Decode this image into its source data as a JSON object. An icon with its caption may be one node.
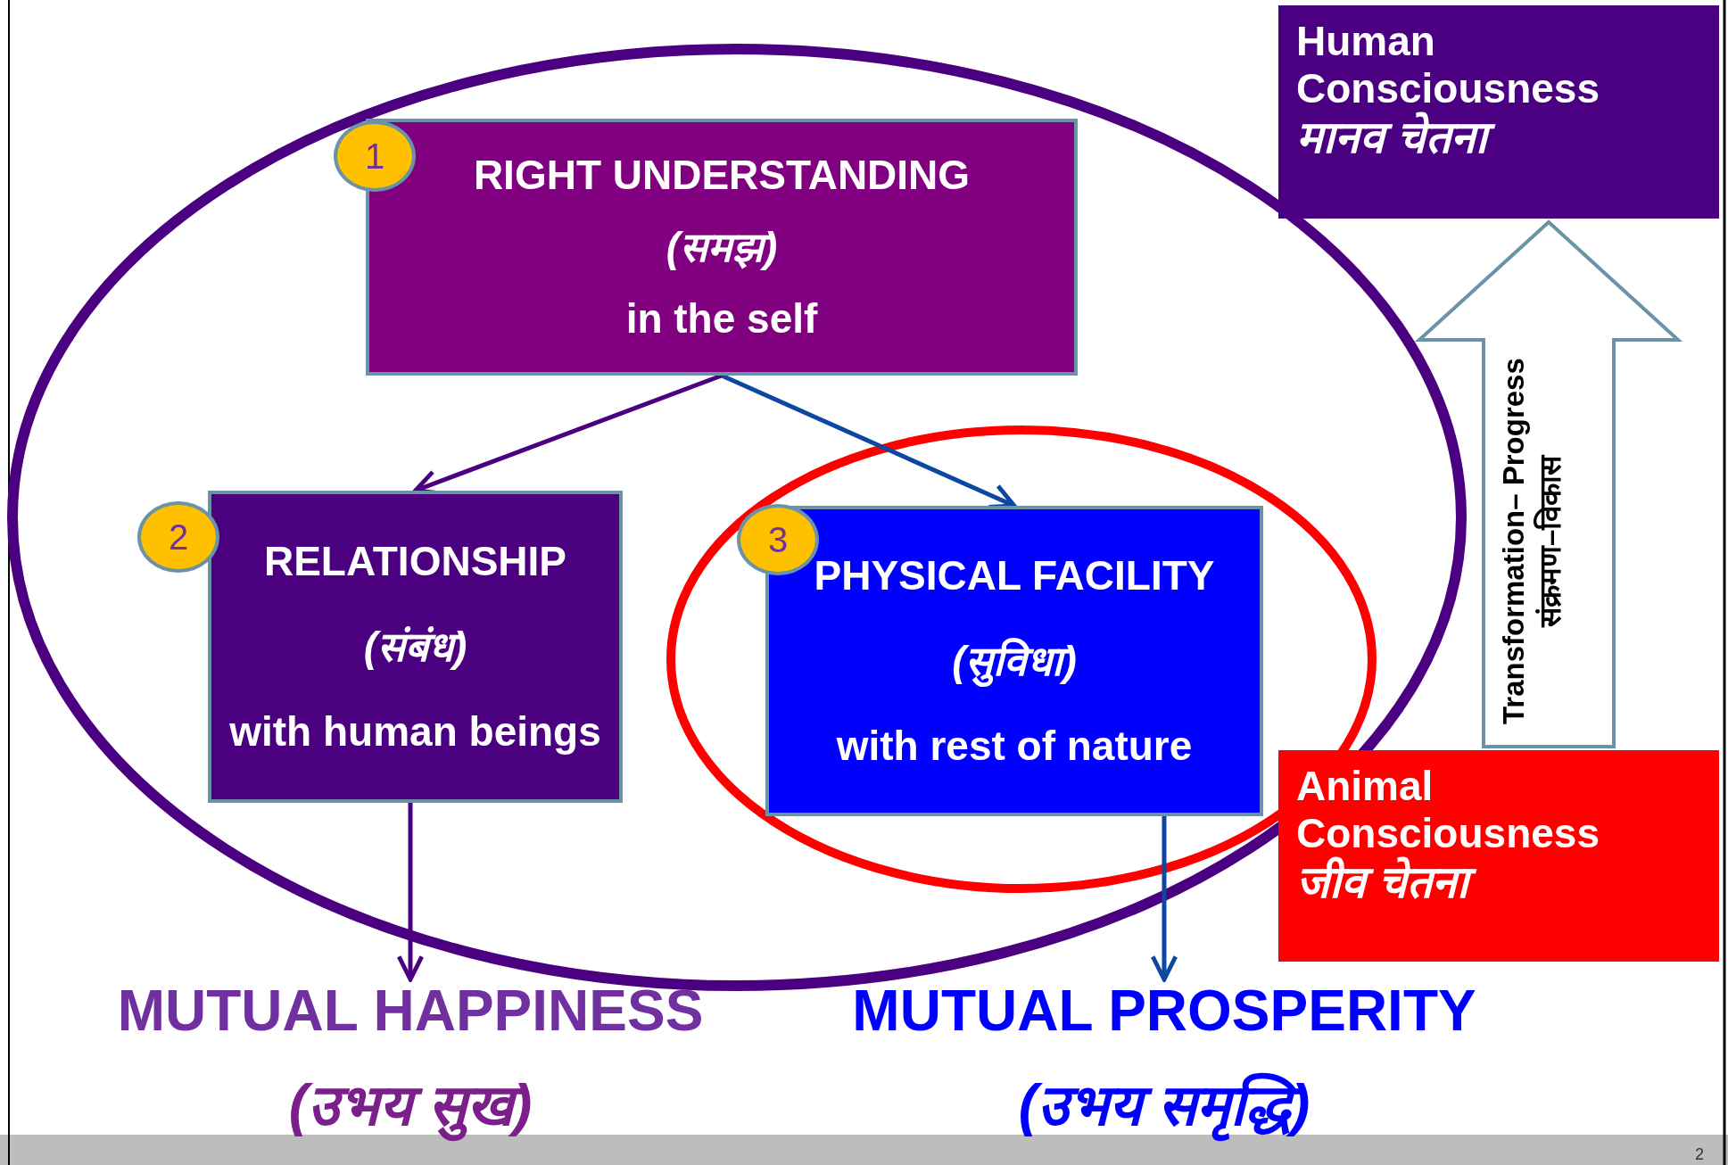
{
  "diagram": {
    "nodes": [
      {
        "text": [
          "RIGHT UNDERSTANDING",
          "(समझ)",
          "in the self"
        ]
      },
      {
        "text": [
          "1"
        ]
      },
      {
        "text": [
          "RELATIONSHIP",
          "(संबंध)",
          "with human beings"
        ]
      },
      {
        "text": [
          "2"
        ]
      },
      {
        "text": [
          "PHYSICAL FACILITY",
          "(सुविधा)",
          "with rest of nature"
        ]
      },
      {
        "text": [
          "3"
        ]
      },
      {
        "text": [
          "MUTUAL HAPPINESS",
          "(उभय  सुख)"
        ]
      },
      {
        "text": [
          "MUTUAL PROSPERITY",
          "(उभय  समृद्धि)"
        ]
      },
      {
        "text": [
          "Human Consciousness",
          "मानव  चेतना"
        ]
      },
      {
        "text": [
          "Animal Consciousness",
          "जीव  चेतना"
        ]
      }
    ],
    "edges": [
      {
        "from": 0,
        "to": 2,
        "arrow": "to",
        "color": "#4b0082"
      },
      {
        "from": 0,
        "to": 4,
        "arrow": "to",
        "color": "#0d47a1"
      },
      {
        "from": 2,
        "to": 6,
        "arrow": "to",
        "color": "#4b0082"
      },
      {
        "from": 4,
        "to": 7,
        "arrow": "to",
        "color": "#0d47a1"
      },
      {
        "from": 9,
        "to": 8,
        "arrow": "to",
        "style": "thick",
        "color": "#6a93a8",
        "label": "Transformation– Progress संक्रमण–विकास"
      }
    ],
    "labels": [
      "2"
    ]
  }
}
